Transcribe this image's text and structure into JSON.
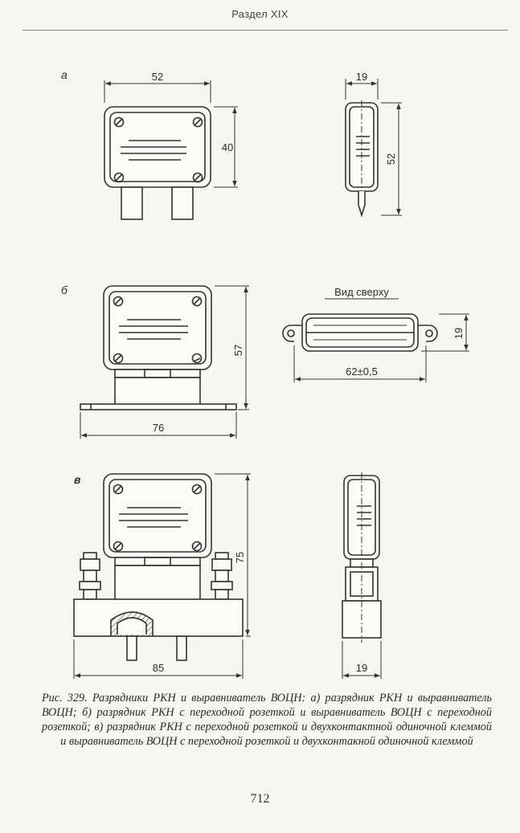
{
  "header": {
    "section_title": "Раздел XIX"
  },
  "figure": {
    "panel_a": {
      "label": "а",
      "width_dim": "52",
      "height_dim": "40",
      "side_width_dim": "19",
      "side_height_dim": "52"
    },
    "panel_b": {
      "label": "б",
      "height_dim": "57",
      "base_width_dim": "76",
      "top_view_title": "Вид сверху",
      "top_view_length_dim": "62±0,5",
      "top_view_height_dim": "19"
    },
    "panel_v": {
      "label": "в",
      "height_dim": "75",
      "base_width_dim": "85",
      "side_width_dim": "19"
    }
  },
  "caption": "Рис. 329. Разрядники РКН и выравниватель ВОЦН: а) разрядник РКН и выравниватель ВОЦН; б) разрядник РКН с переходной розеткой и выравниватель ВОЦН с переходной розеткой; в) разрядник РКН с переходной розеткой и двухконтактной одиночной клеммой и выравниватель ВОЦН с переходной розеткой и двухконтакной одиночной клеммой",
  "page_number": "712"
}
